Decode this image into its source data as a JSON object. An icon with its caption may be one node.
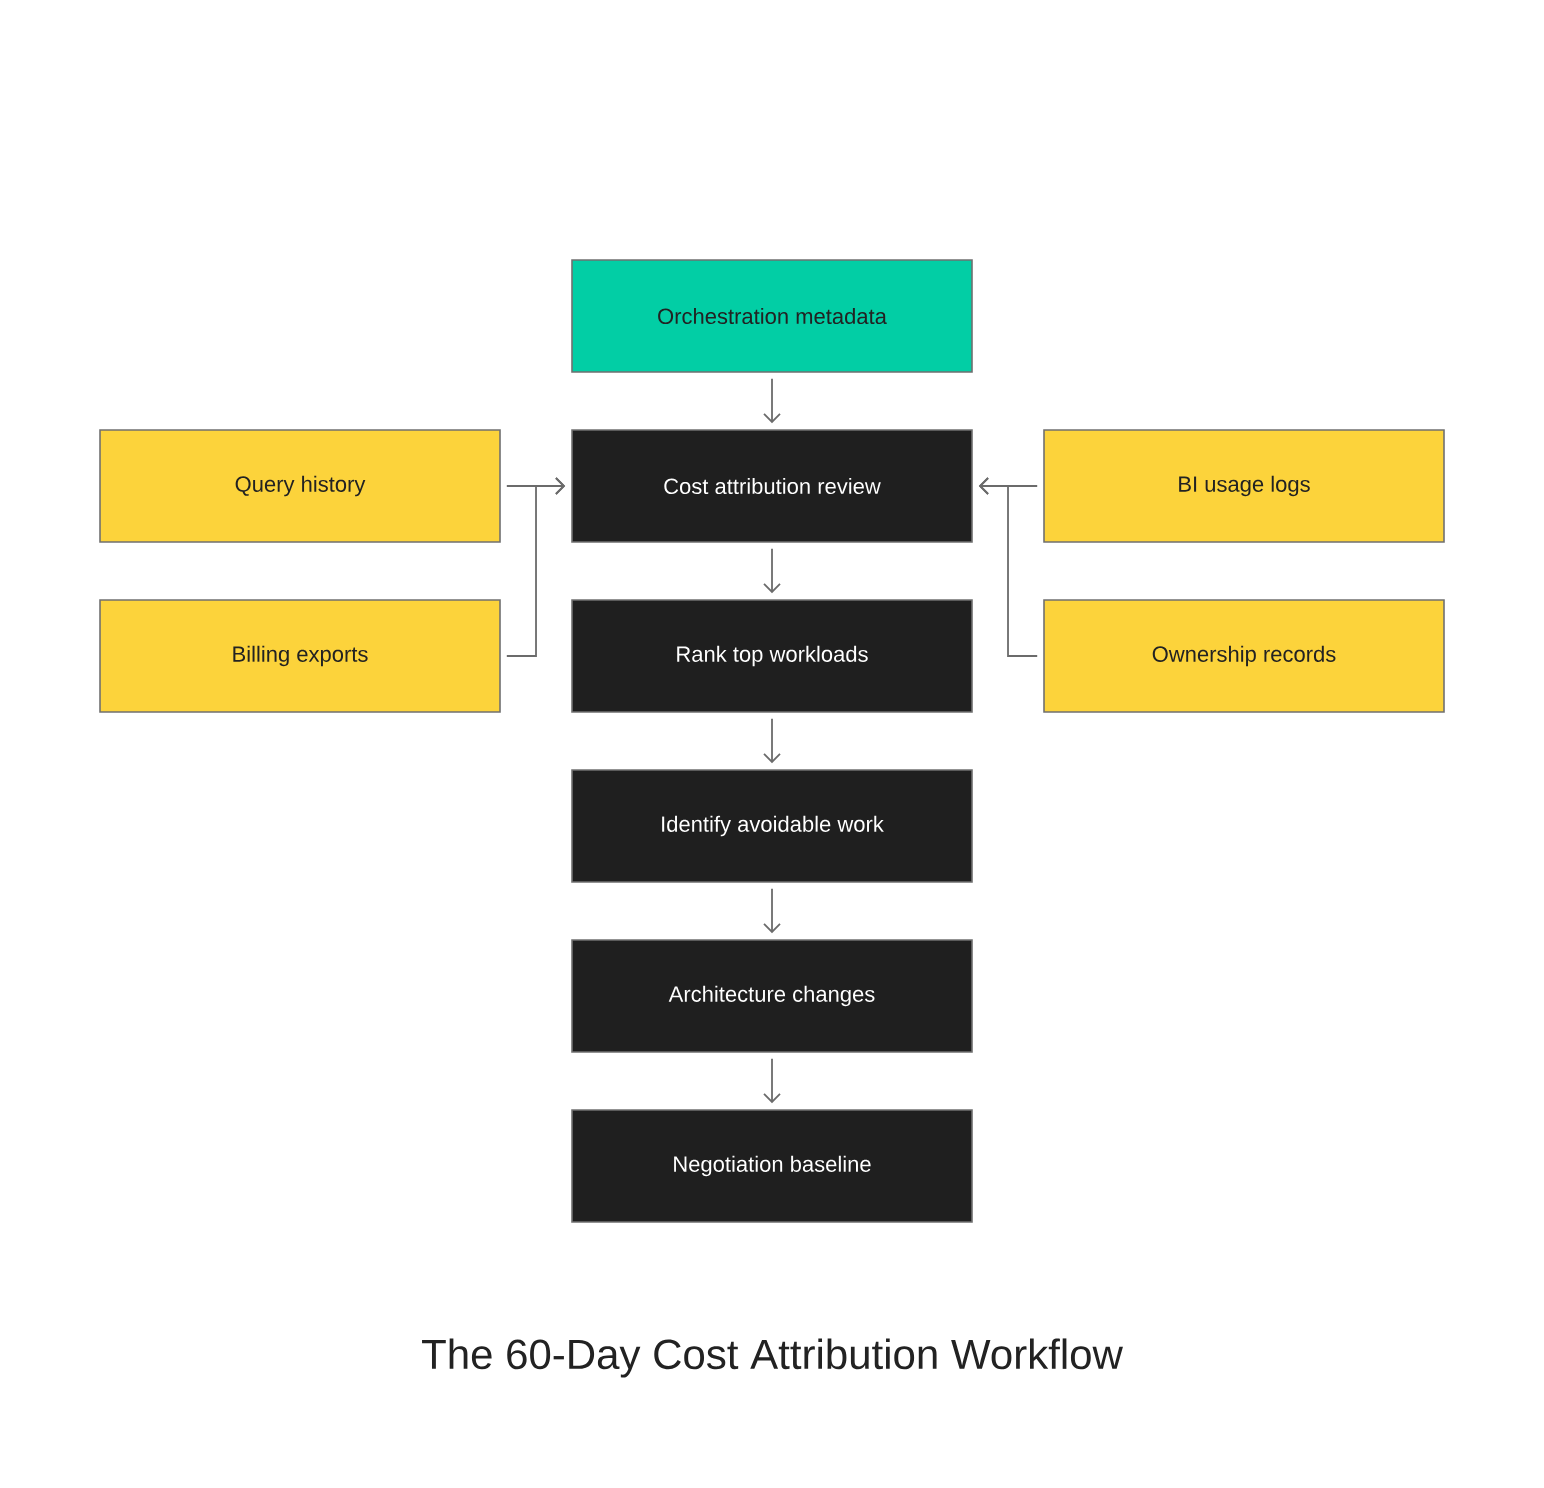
{
  "diagram": {
    "caption": "The 60-Day Cost Attribution Workflow",
    "nodes": [
      {
        "text": [
          "Orchestration metadata"
        ]
      },
      {
        "text": [
          "Query history"
        ]
      },
      {
        "text": [
          "Cost attribution review"
        ]
      },
      {
        "text": [
          "BI usage logs"
        ]
      },
      {
        "text": [
          "Billing exports"
        ]
      },
      {
        "text": [
          "Rank top workloads"
        ]
      },
      {
        "text": [
          "Ownership records"
        ]
      },
      {
        "text": [
          "Identify avoidable work"
        ]
      },
      {
        "text": [
          "Architecture changes"
        ]
      },
      {
        "text": [
          "Negotiation baseline"
        ]
      }
    ],
    "edges": [
      {
        "from": 0,
        "to": 2,
        "arrow": "to"
      },
      {
        "from": 1,
        "to": 2,
        "arrow": "to"
      },
      {
        "from": 4,
        "to": 2,
        "arrow": "to"
      },
      {
        "from": 3,
        "to": 2,
        "arrow": "to"
      },
      {
        "from": 6,
        "to": 2,
        "arrow": "to"
      },
      {
        "from": 2,
        "to": 5,
        "arrow": "to"
      },
      {
        "from": 5,
        "to": 7,
        "arrow": "to"
      },
      {
        "from": 7,
        "to": 8,
        "arrow": "to"
      },
      {
        "from": 8,
        "to": 9,
        "arrow": "to"
      }
    ]
  }
}
